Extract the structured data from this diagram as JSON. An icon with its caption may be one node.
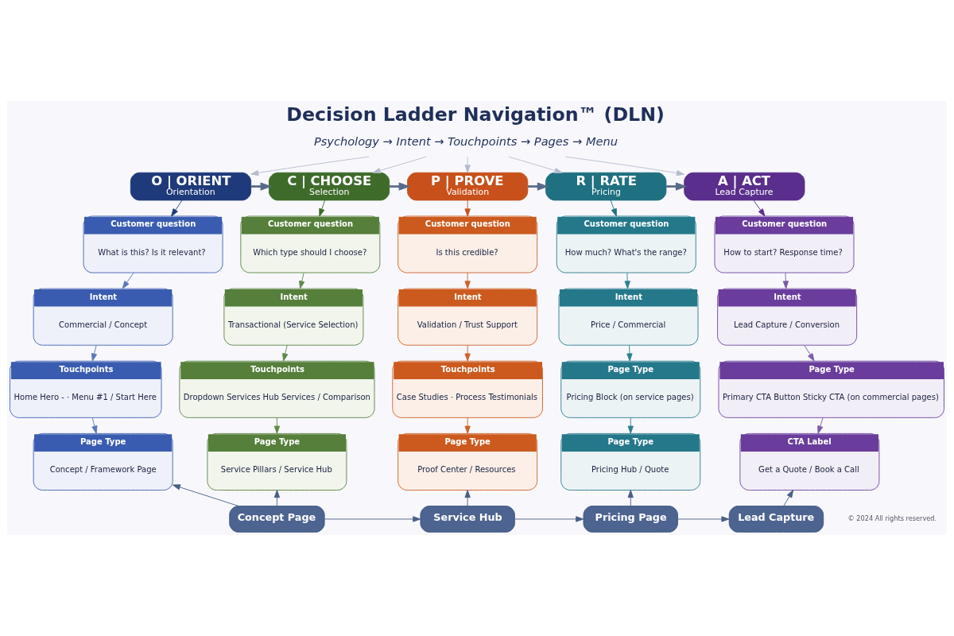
{
  "diagram": {
    "title": "Decision Ladder Navigation™ (DLN)",
    "nodes": [
      {
        "text": [
          "Psychology → Intent → Touchpoints → Pages → Menu"
        ]
      },
      {
        "text": [
          "O | ORIENT",
          "Orientation"
        ]
      },
      {
        "text": [
          "Customer question",
          "What is this? Is it relevant?"
        ]
      },
      {
        "text": [
          "Intent",
          "Commercial / Concept"
        ]
      },
      {
        "text": [
          "Touchpoints",
          "Home Hero - · Menu #1 / Start Here"
        ]
      },
      {
        "text": [
          "Page Type",
          "Concept / Framework Page"
        ]
      },
      {
        "text": [
          "C | CHOOSE",
          "Selection"
        ]
      },
      {
        "text": [
          "Customer question",
          "Which type should I choose?"
        ]
      },
      {
        "text": [
          "Intent",
          "Transactional (Service Selection)"
        ]
      },
      {
        "text": [
          "Touchpoints",
          "Dropdown Services Hub Services / Comparison"
        ]
      },
      {
        "text": [
          "Page Type",
          "Service Pillars / Service Hub"
        ]
      },
      {
        "text": [
          "P | PROVE",
          "Validation"
        ]
      },
      {
        "text": [
          "Customer question",
          "Is this credible?"
        ]
      },
      {
        "text": [
          "Intent",
          "Validation / Trust Support"
        ]
      },
      {
        "text": [
          "Touchpoints",
          "Case Studies · Process Testimonials"
        ]
      },
      {
        "text": [
          "Page Type",
          "Proof Center / Resources"
        ]
      },
      {
        "text": [
          "R | RATE",
          "Pricing"
        ]
      },
      {
        "text": [
          "Customer question",
          "How much? What's the range?"
        ]
      },
      {
        "text": [
          "Intent",
          "Price / Commercial"
        ]
      },
      {
        "text": [
          "Page Type",
          "Pricing Block (on service pages)"
        ]
      },
      {
        "text": [
          "Page Type",
          "Pricing Hub / Quote"
        ]
      },
      {
        "text": [
          "A | ACT",
          "Lead Capture"
        ]
      },
      {
        "text": [
          "Customer question",
          "How to start? Response time?"
        ]
      },
      {
        "text": [
          "Intent",
          "Lead Capture / Conversion"
        ]
      },
      {
        "text": [
          "Page Type",
          "Primary CTA Button Sticky CTA (on commercial pages)"
        ]
      },
      {
        "text": [
          "CTA Label",
          "Get a Quote / Book a Call"
        ]
      },
      {
        "text": [
          "Concept Page"
        ]
      },
      {
        "text": [
          "Service Hub"
        ]
      },
      {
        "text": [
          "Pricing Page"
        ]
      },
      {
        "text": [
          "Lead Capture"
        ]
      }
    ],
    "edges": [
      {
        "from": 0,
        "to": 1,
        "arrow": "to",
        "color": "#b4bccc"
      },
      {
        "from": 0,
        "to": 6,
        "arrow": "to",
        "color": "#b4bccc"
      },
      {
        "from": 0,
        "to": 11,
        "arrow": "to",
        "color": "#b4bccc"
      },
      {
        "from": 0,
        "to": 16,
        "arrow": "to",
        "color": "#b4bccc"
      },
      {
        "from": 0,
        "to": 21,
        "arrow": "to",
        "color": "#b4bccc"
      },
      {
        "from": 1,
        "to": 6,
        "arrow": "to",
        "style": "thick",
        "color": "#5a6a8a"
      },
      {
        "from": 6,
        "to": 11,
        "arrow": "to",
        "style": "thick",
        "color": "#5a6a8a"
      },
      {
        "from": 11,
        "to": 16,
        "arrow": "to",
        "style": "thick",
        "color": "#5a6a8a"
      },
      {
        "from": 16,
        "to": 21,
        "arrow": "to",
        "style": "thick",
        "color": "#5a6a8a"
      },
      {
        "from": 1,
        "to": 2,
        "arrow": "to",
        "color": "#1f3a7a"
      },
      {
        "from": 2,
        "to": 3,
        "arrow": "to",
        "color": "#5a78b8"
      },
      {
        "from": 3,
        "to": 4,
        "arrow": "to",
        "color": "#5a78b8"
      },
      {
        "from": 4,
        "to": 5,
        "arrow": "to",
        "color": "#5a78b8"
      },
      {
        "from": 6,
        "to": 7,
        "arrow": "to",
        "color": "#3e6b2a"
      },
      {
        "from": 7,
        "to": 8,
        "arrow": "to",
        "color": "#5e8a48"
      },
      {
        "from": 8,
        "to": 9,
        "arrow": "to",
        "color": "#5e8a48"
      },
      {
        "from": 9,
        "to": 10,
        "arrow": "to",
        "color": "#5e8a48"
      },
      {
        "from": 11,
        "to": 12,
        "arrow": "to",
        "color": "#c8501a"
      },
      {
        "from": 12,
        "to": 13,
        "arrow": "to",
        "color": "#d0602a"
      },
      {
        "from": 13,
        "to": 14,
        "arrow": "to",
        "color": "#d0602a"
      },
      {
        "from": 14,
        "to": 15,
        "arrow": "to",
        "color": "#d0602a"
      },
      {
        "from": 16,
        "to": 17,
        "arrow": "to",
        "color": "#1f7080"
      },
      {
        "from": 17,
        "to": 18,
        "arrow": "to",
        "color": "#2e8090"
      },
      {
        "from": 18,
        "to": 19,
        "arrow": "to",
        "color": "#2e8090"
      },
      {
        "from": 19,
        "to": 20,
        "arrow": "to",
        "color": "#2e8090"
      },
      {
        "from": 21,
        "to": 22,
        "arrow": "to",
        "color": "#5a2e8c"
      },
      {
        "from": 22,
        "to": 23,
        "arrow": "to",
        "color": "#7a5aa8"
      },
      {
        "from": 23,
        "to": 24,
        "arrow": "to",
        "color": "#7a5aa8"
      },
      {
        "from": 24,
        "to": 25,
        "arrow": "to",
        "color": "#7a5aa8"
      },
      {
        "from": 26,
        "to": 27,
        "arrow": "to",
        "color": "#4a5f85"
      },
      {
        "from": 27,
        "to": 28,
        "arrow": "to",
        "color": "#4a5f85"
      },
      {
        "from": 28,
        "to": 29,
        "arrow": "to",
        "color": "#4a5f85"
      },
      {
        "from": 26,
        "to": 5,
        "arrow": "to",
        "color": "#4a5f85"
      },
      {
        "from": 26,
        "to": 10,
        "arrow": "to",
        "color": "#4a5f85"
      },
      {
        "from": 27,
        "to": 15,
        "arrow": "to",
        "color": "#4a5f85"
      },
      {
        "from": 28,
        "to": 20,
        "arrow": "to",
        "color": "#4a5f85"
      },
      {
        "from": 29,
        "to": 25,
        "arrow": "to",
        "color": "#4a5f85"
      }
    ],
    "labels": [
      "© 2024 All rights reserved."
    ]
  }
}
